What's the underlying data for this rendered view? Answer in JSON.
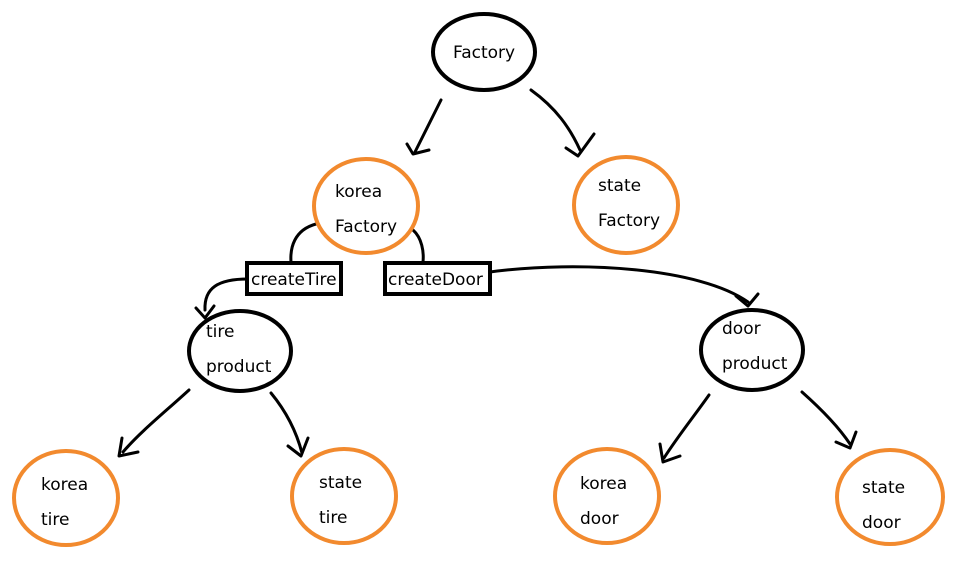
{
  "colors": {
    "root_outline": "#000000",
    "factory_outline": "#f28a2e",
    "product_outline": "#000000",
    "leaf_outline": "#f28a2e",
    "line": "#000000",
    "text": "#000000"
  },
  "nodes": {
    "factory": {
      "line1": "Factory"
    },
    "korea_factory": {
      "line1": "korea",
      "line2": "Factory"
    },
    "state_factory": {
      "line1": "state",
      "line2": "Factory"
    },
    "tire_product": {
      "line1": "tire",
      "line2": "product"
    },
    "door_product": {
      "line1": "door",
      "line2": "product"
    },
    "korea_tire": {
      "line1": "korea",
      "line2": "tire"
    },
    "state_tire": {
      "line1": "state",
      "line2": "tire"
    },
    "korea_door": {
      "line1": "korea",
      "line2": "door"
    },
    "state_door": {
      "line1": "state",
      "line2": "door"
    }
  },
  "methods": {
    "create_tire": "createTire",
    "create_door": "createDoor"
  }
}
